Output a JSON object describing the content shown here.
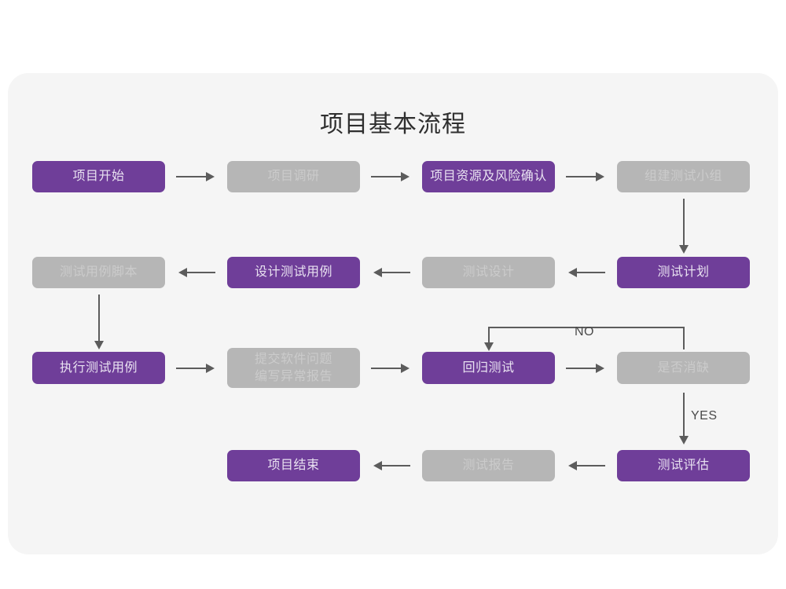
{
  "diagram": {
    "title": "项目基本流程",
    "colors": {
      "canvas": "#f5f5f5",
      "page": "#ffffff",
      "active_node": "#6f3e99",
      "active_node_text": "#e9e2f1",
      "inactive_node": "#b6b6b6",
      "inactive_node_text": "#cbcbcb",
      "connector": "#5c5c5c",
      "title_text": "#2f2f2f"
    },
    "nodes": [
      {
        "id": "n1",
        "label": "项目开始",
        "state": "active"
      },
      {
        "id": "n2",
        "label": "项目调研",
        "state": "inactive"
      },
      {
        "id": "n3",
        "label": "项目资源及风险确认",
        "state": "active"
      },
      {
        "id": "n4",
        "label": "组建测试小组",
        "state": "inactive"
      },
      {
        "id": "n5",
        "label": "测试计划",
        "state": "active"
      },
      {
        "id": "n6",
        "label": "测试设计",
        "state": "inactive"
      },
      {
        "id": "n7",
        "label": "设计测试用例",
        "state": "active"
      },
      {
        "id": "n8",
        "label": "测试用例脚本",
        "state": "inactive"
      },
      {
        "id": "n9",
        "label": "执行测试用例",
        "state": "active"
      },
      {
        "id": "n10",
        "label_line1": "提交软件问题",
        "label_line2": "编写异常报告",
        "state": "inactive"
      },
      {
        "id": "n11",
        "label": "回归测试",
        "state": "active"
      },
      {
        "id": "n12",
        "label": "是否消缺",
        "state": "inactive"
      },
      {
        "id": "n13",
        "label": "测试评估",
        "state": "active"
      },
      {
        "id": "n14",
        "label": "测试报告",
        "state": "inactive"
      },
      {
        "id": "n15",
        "label": "项目结束",
        "state": "active"
      }
    ],
    "edge_labels": {
      "no": "NO",
      "yes": "YES"
    }
  }
}
